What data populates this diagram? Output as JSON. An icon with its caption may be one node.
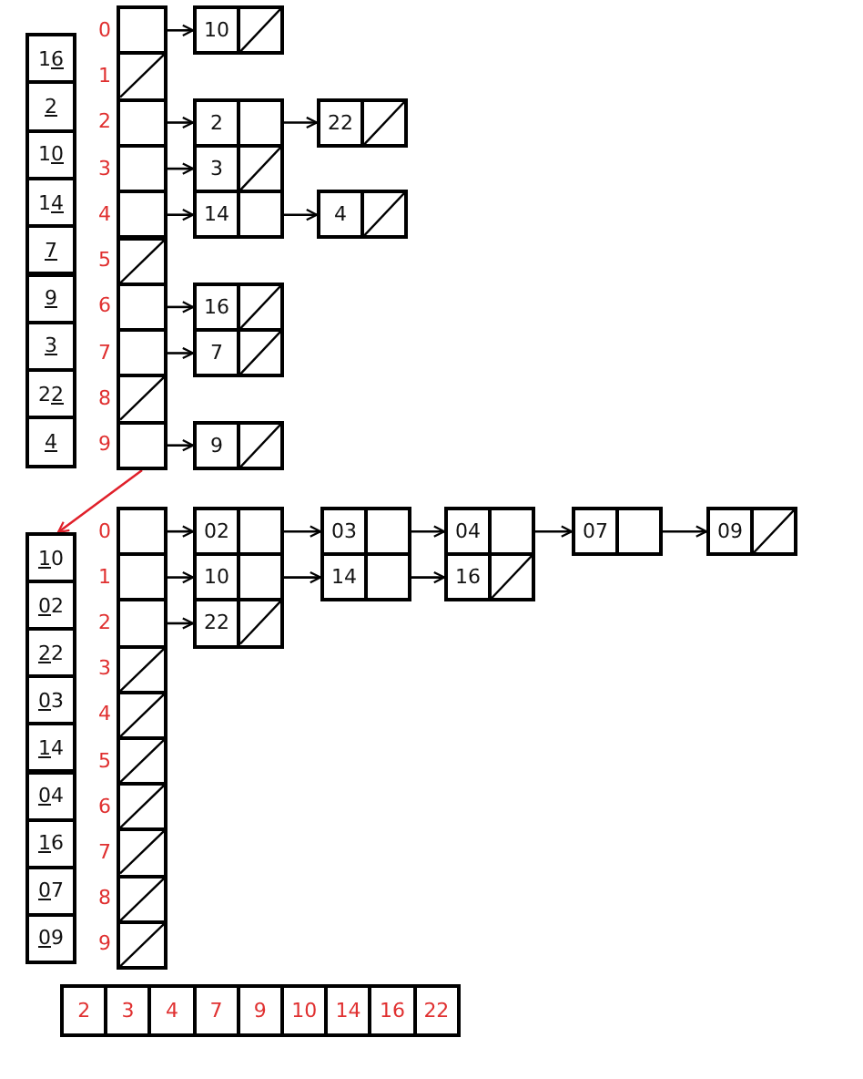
{
  "diagram": {
    "nodes": [
      {
        "text": [
          "16"
        ]
      },
      {
        "text": [
          "2"
        ]
      },
      {
        "text": [
          "10"
        ]
      },
      {
        "text": [
          "14"
        ]
      },
      {
        "text": [
          "7"
        ]
      },
      {
        "text": [
          "9"
        ]
      },
      {
        "text": [
          "3"
        ]
      },
      {
        "text": [
          "22"
        ]
      },
      {
        "text": [
          "4"
        ]
      },
      {
        "text": [],
        "shape": "box",
        "beside": [
          "0"
        ]
      },
      {
        "text": [],
        "shape": "box",
        "beside": [
          "1"
        ]
      },
      {
        "text": [],
        "shape": "box",
        "beside": [
          "2"
        ]
      },
      {
        "text": [],
        "shape": "box",
        "beside": [
          "3"
        ]
      },
      {
        "text": [],
        "shape": "box",
        "beside": [
          "4"
        ]
      },
      {
        "text": [],
        "shape": "box",
        "beside": [
          "5"
        ]
      },
      {
        "text": [],
        "shape": "box",
        "beside": [
          "6"
        ]
      },
      {
        "text": [],
        "shape": "box",
        "beside": [
          "7"
        ]
      },
      {
        "text": [],
        "shape": "box",
        "beside": [
          "8"
        ]
      },
      {
        "text": [],
        "shape": "box",
        "beside": [
          "9"
        ]
      },
      {
        "text": [
          "10"
        ]
      },
      {
        "text": [
          "2"
        ]
      },
      {
        "text": [
          "22"
        ]
      },
      {
        "text": [
          "3"
        ]
      },
      {
        "text": [
          "14"
        ]
      },
      {
        "text": [
          "4"
        ]
      },
      {
        "text": [
          "16"
        ]
      },
      {
        "text": [
          "7"
        ]
      },
      {
        "text": [
          "9"
        ]
      },
      {
        "text": [
          "10"
        ]
      },
      {
        "text": [
          "02"
        ]
      },
      {
        "text": [
          "22"
        ]
      },
      {
        "text": [
          "03"
        ]
      },
      {
        "text": [
          "14"
        ]
      },
      {
        "text": [
          "04"
        ]
      },
      {
        "text": [
          "16"
        ]
      },
      {
        "text": [
          "07"
        ]
      },
      {
        "text": [
          "09"
        ]
      },
      {
        "text": [],
        "shape": "box",
        "beside": [
          "0"
        ]
      },
      {
        "text": [],
        "shape": "box",
        "beside": [
          "1"
        ]
      },
      {
        "text": [],
        "shape": "box",
        "beside": [
          "2"
        ]
      },
      {
        "text": [],
        "shape": "box",
        "beside": [
          "3"
        ]
      },
      {
        "text": [],
        "shape": "box",
        "beside": [
          "4"
        ]
      },
      {
        "text": [],
        "shape": "box",
        "beside": [
          "5"
        ]
      },
      {
        "text": [],
        "shape": "box",
        "beside": [
          "6"
        ]
      },
      {
        "text": [],
        "shape": "box",
        "beside": [
          "7"
        ]
      },
      {
        "text": [],
        "shape": "box",
        "beside": [
          "8"
        ]
      },
      {
        "text": [],
        "shape": "box",
        "beside": [
          "9"
        ]
      },
      {
        "text": [
          "02"
        ]
      },
      {
        "text": [
          "03"
        ]
      },
      {
        "text": [
          "04"
        ]
      },
      {
        "text": [
          "07"
        ]
      },
      {
        "text": [
          "09"
        ]
      },
      {
        "text": [
          "10"
        ]
      },
      {
        "text": [
          "14"
        ]
      },
      {
        "text": [
          "16"
        ]
      },
      {
        "text": [
          "22"
        ]
      },
      {
        "text": [
          "2"
        ]
      },
      {
        "text": [
          "3"
        ]
      },
      {
        "text": [
          "4"
        ]
      },
      {
        "text": [
          "7"
        ]
      },
      {
        "text": [
          "9"
        ]
      },
      {
        "text": [
          "10"
        ]
      },
      {
        "text": [
          "14"
        ]
      },
      {
        "text": [
          "16"
        ]
      },
      {
        "text": [
          "22"
        ]
      }
    ],
    "edges": [
      {
        "from": 9,
        "to": 19,
        "arrow": "to"
      },
      {
        "from": 11,
        "to": 20,
        "arrow": "to"
      },
      {
        "from": 20,
        "to": 21,
        "arrow": "to"
      },
      {
        "from": 12,
        "to": 22,
        "arrow": "to"
      },
      {
        "from": 13,
        "to": 23,
        "arrow": "to"
      },
      {
        "from": 23,
        "to": 24,
        "arrow": "to"
      },
      {
        "from": 15,
        "to": 25,
        "arrow": "to"
      },
      {
        "from": 16,
        "to": 26,
        "arrow": "to"
      },
      {
        "from": 18,
        "to": 27,
        "arrow": "to"
      },
      {
        "from": 18,
        "to": 28,
        "arrow": "to",
        "color": "#e0202a"
      },
      {
        "from": 37,
        "to": 47,
        "arrow": "to"
      },
      {
        "from": 47,
        "to": 48,
        "arrow": "to"
      },
      {
        "from": 48,
        "to": 49,
        "arrow": "to"
      },
      {
        "from": 49,
        "to": 50,
        "arrow": "to"
      },
      {
        "from": 50,
        "to": 51,
        "arrow": "to"
      },
      {
        "from": 38,
        "to": 52,
        "arrow": "to"
      },
      {
        "from": 52,
        "to": 53,
        "arrow": "to"
      },
      {
        "from": 53,
        "to": 54,
        "arrow": "to"
      },
      {
        "from": 39,
        "to": 55,
        "arrow": "to"
      }
    ]
  }
}
